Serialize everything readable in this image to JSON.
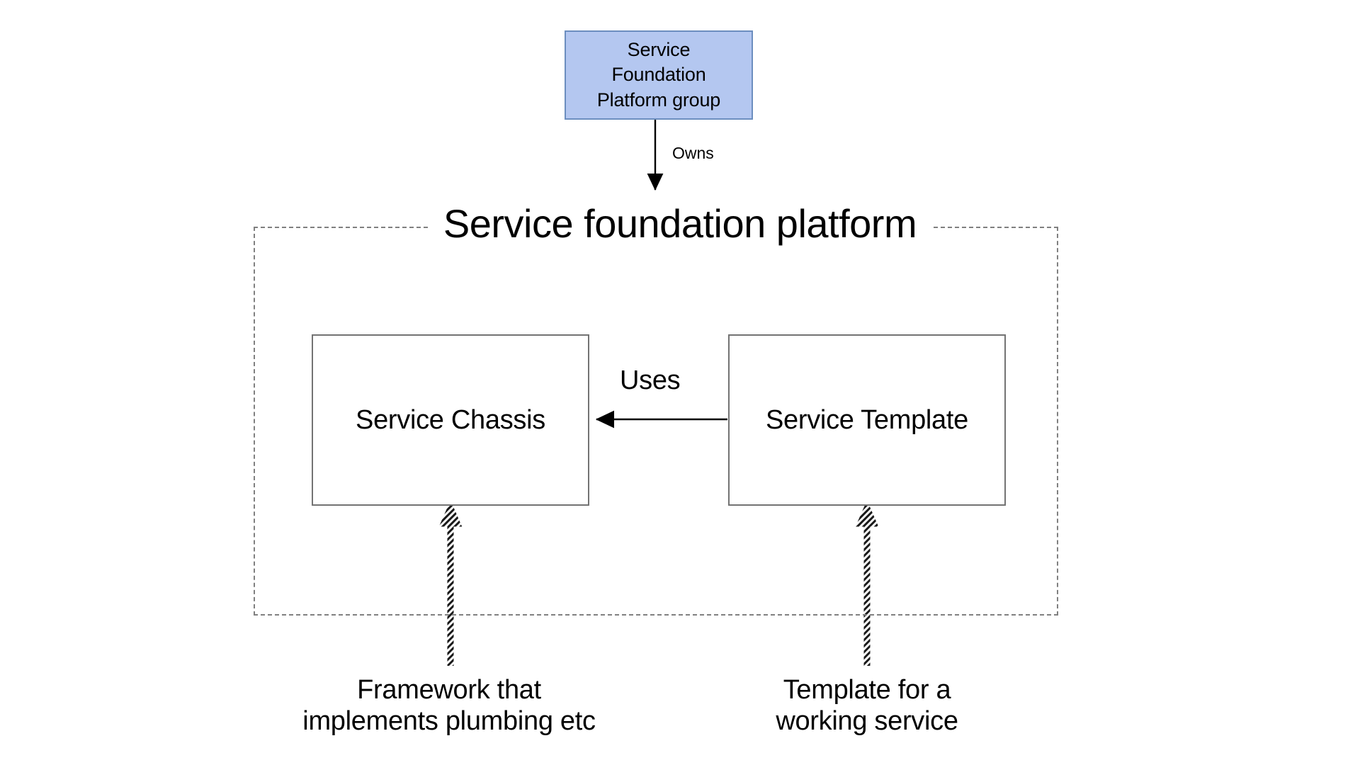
{
  "diagram": {
    "title": "Service foundation platform",
    "owner": {
      "label_line1": "Service",
      "label_line2": "Foundation",
      "label_line3": "Platform group",
      "fill_color": "#b4c7f0",
      "border_color": "#6c8ebf"
    },
    "container": {
      "title": "Service foundation platform",
      "border_style": "dashed",
      "border_color": "#808080"
    },
    "nodes": [
      {
        "id": "service-chassis",
        "label": "Service Chassis",
        "fill_color": "#ffffff",
        "border_color": "#737373"
      },
      {
        "id": "service-template",
        "label": "Service Template",
        "fill_color": "#ffffff",
        "border_color": "#737373"
      }
    ],
    "edges": [
      {
        "id": "owns-edge",
        "label": "Owns",
        "from": "Service Foundation Platform group",
        "to": "Service foundation platform",
        "arrow": "solid-filled",
        "direction": "down"
      },
      {
        "id": "uses-edge",
        "label": "Uses",
        "from": "Service Template",
        "to": "Service Chassis",
        "arrow": "solid-filled",
        "direction": "left"
      },
      {
        "id": "chassis-note-edge",
        "label": "",
        "from": "Framework that implements plumbing etc",
        "to": "Service Chassis",
        "arrow": "hollow-hatched",
        "direction": "up"
      },
      {
        "id": "template-note-edge",
        "label": "",
        "from": "Template for a working service",
        "to": "Service Template",
        "arrow": "hollow-hatched",
        "direction": "up"
      }
    ],
    "captions": [
      {
        "id": "chassis-caption",
        "line1": "Framework that",
        "line2": "implements plumbing etc"
      },
      {
        "id": "template-caption",
        "line1": "Template for a",
        "line2": "working service"
      }
    ]
  }
}
